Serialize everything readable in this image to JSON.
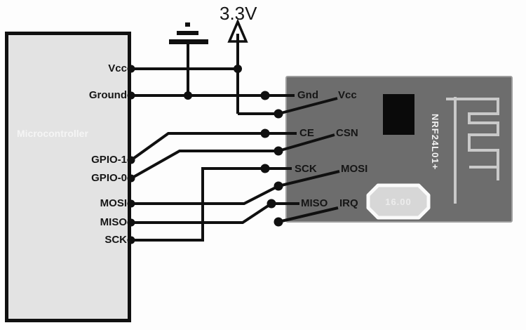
{
  "power": {
    "label": "3.3V"
  },
  "mcu": {
    "label": "Microcontroller",
    "pins": [
      "Vcc",
      "Ground",
      "GPIO-1",
      "GPIO-0",
      "MOSI",
      "MISO",
      "SCK"
    ]
  },
  "module": {
    "name": "NRF24L01+",
    "crystal": "16.00",
    "pins_left": [
      "Gnd",
      "CE",
      "SCK",
      "MISO"
    ],
    "pins_right": [
      "Vcc",
      "CSN",
      "MOSI",
      "IRQ"
    ]
  },
  "icons": {
    "ground": "ground-icon",
    "power_arrow": "power-arrow-icon",
    "chip": "chip-icon",
    "crystal": "crystal-icon",
    "antenna": "antenna-icon",
    "junction": "junction-dot"
  },
  "connections": [
    {
      "from": "Microcontroller.Vcc",
      "to": "NRF24L01+.Vcc",
      "via": "3.3V supply"
    },
    {
      "from": "Microcontroller.Ground",
      "to": "NRF24L01+.Gnd",
      "via": "ground symbol"
    },
    {
      "from": "Microcontroller.GPIO-1",
      "to": "NRF24L01+.CE",
      "via": ""
    },
    {
      "from": "Microcontroller.GPIO-0",
      "to": "NRF24L01+.CSN",
      "via": ""
    },
    {
      "from": "Microcontroller.MOSI",
      "to": "NRF24L01+.MOSI",
      "via": ""
    },
    {
      "from": "Microcontroller.MISO",
      "to": "NRF24L01+.MISO",
      "via": ""
    },
    {
      "from": "Microcontroller.SCK",
      "to": "NRF24L01+.SCK",
      "via": ""
    },
    {
      "from": "NRF24L01+.IRQ",
      "to": "not connected",
      "via": ""
    }
  ],
  "colors": {
    "background": "#fdfdfd",
    "wire": "#101010",
    "label": "#161616",
    "mcu-fill": "#e3e3e3",
    "mcu-label": "#fafafa",
    "module-fill": "#6d6d6d",
    "module-edge": "#9e9e9e",
    "antenna": "#c9c9c9",
    "chip": "#0a0a0a",
    "crystal-fill": "#d7d7d7",
    "crystal-edge": "#fafafa"
  }
}
